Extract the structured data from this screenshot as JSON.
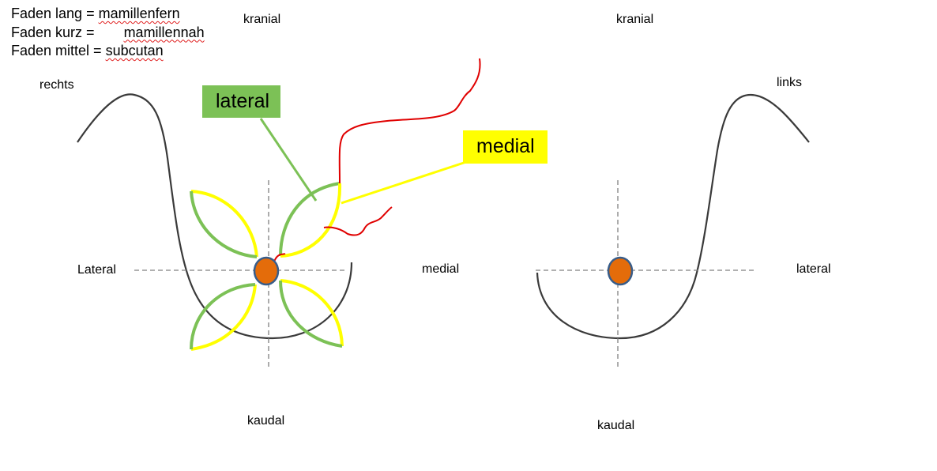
{
  "legend": {
    "line1_prefix": "Faden lang = ",
    "line1_value": "mamillenfern",
    "line2_prefix": "Faden kurz = ",
    "line2_value": "mamillennah",
    "line3_prefix": "Faden mittel = ",
    "line3_value": "subcutan"
  },
  "right_breast": {
    "side_label": "rechts",
    "top_label": "kranial",
    "bottom_label": "kaudal",
    "left_label": "Lateral",
    "right_label": "medial"
  },
  "left_breast": {
    "side_label": "links",
    "top_label": "kranial",
    "bottom_label": "kaudal",
    "right_label": "lateral"
  },
  "callouts": {
    "lateral": "lateral",
    "medial": "medial"
  },
  "colors": {
    "outline": "#3a3a3a",
    "axis": "#808080",
    "nipple_fill": "#e46c0a",
    "nipple_stroke": "#385d8a",
    "lateral_green": "#7cc156",
    "medial_yellow": "#ffff00",
    "thread_red": "#e00000"
  }
}
